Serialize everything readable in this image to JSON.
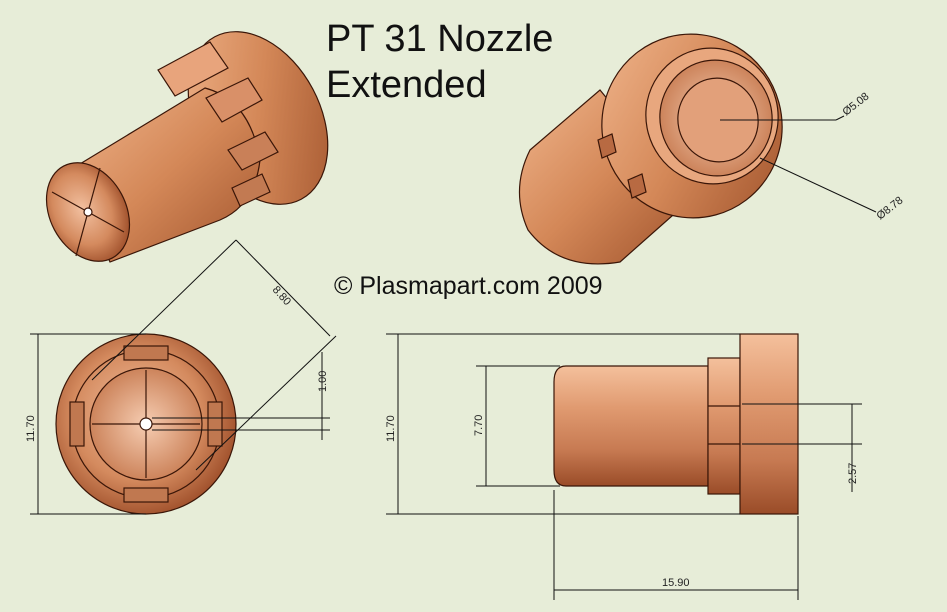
{
  "title": {
    "line1": "PT 31 Nozzle",
    "line2": "Extended"
  },
  "copyright": "© Plasmapart.com 2009",
  "dimensions": {
    "iso_inner_diameter": "Ø5.08",
    "iso_outer_diameter": "Ø8.78",
    "front_diagonal": "8.80",
    "front_hole": "1.00",
    "front_height": "11.70",
    "side_height": "11.70",
    "side_body_height": "7.70",
    "side_offset": "2.57",
    "side_length": "15.90"
  },
  "colors": {
    "background": "#e7edd8",
    "copper_light": "#f2b690",
    "copper_mid": "#d2845a",
    "copper_dark": "#8c3f1e"
  }
}
